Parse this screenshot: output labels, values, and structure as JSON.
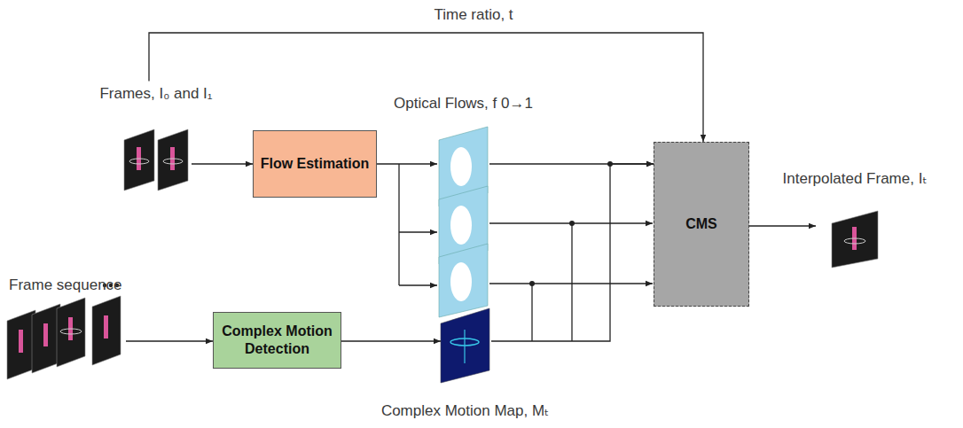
{
  "diagram": {
    "nodes": [
      {
        "text": [
          "Frames, I₀ and I₁"
        ]
      },
      {
        "text": [
          "Flow Estimation"
        ]
      },
      {
        "text": [
          "Optical Flows, f 0→1"
        ]
      },
      {
        "text": [
          "Frame sequence"
        ]
      },
      {
        "text": [
          "Complex Motion Detection"
        ]
      },
      {
        "text": [
          "Complex Motion Map, Mₜ"
        ]
      },
      {
        "text": [
          "CMS"
        ]
      },
      {
        "text": [
          "Interpolated Frame, Iₜ"
        ]
      }
    ],
    "edges": [
      {
        "from": 0,
        "to": 6,
        "arrow": "to",
        "label": "Time ratio, t"
      },
      {
        "from": 0,
        "to": 1,
        "arrow": "to"
      },
      {
        "from": 1,
        "to": 2,
        "arrow": "to"
      },
      {
        "from": 2,
        "to": 6,
        "arrow": "to"
      },
      {
        "from": 3,
        "to": 4,
        "arrow": "to"
      },
      {
        "from": 4,
        "to": 5,
        "arrow": "to"
      },
      {
        "from": 5,
        "to": 6,
        "arrow": "to"
      },
      {
        "from": 6,
        "to": 7,
        "arrow": "to"
      }
    ]
  }
}
